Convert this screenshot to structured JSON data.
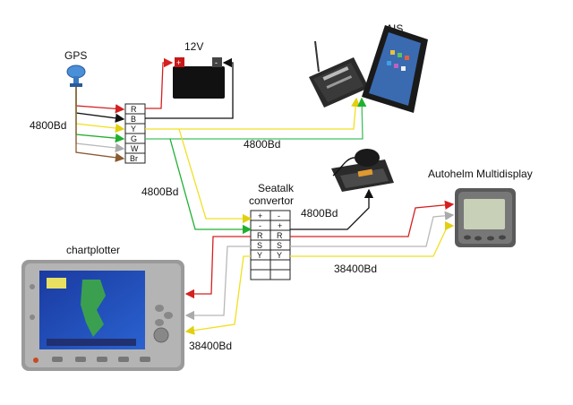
{
  "labels": {
    "gps": "GPS",
    "battery_voltage": "12V",
    "ais": "AIS",
    "baud_gps": "4800Bd",
    "baud_ais": "4800Bd",
    "baud_green": "4800Bd",
    "baud_vhf": "4800Bd",
    "seatalk_line1": "Seatalk",
    "seatalk_line2": "convertor",
    "autohelm": "Autohelm Multidisplay",
    "chartplotter": "chartplotter",
    "baud_seatalk_out": "38400Bd",
    "baud_chartplotter": "38400Bd"
  },
  "battery": {
    "positive": "+",
    "negative": "-"
  },
  "gps_terminal": [
    "R",
    "B",
    "Y",
    "G",
    "W",
    "Br"
  ],
  "seatalk_rows": [
    [
      "+",
      "-"
    ],
    [
      "-",
      "+"
    ],
    [
      "R",
      "R"
    ],
    [
      "S",
      "S"
    ],
    [
      "Y",
      "Y"
    ],
    [
      "",
      ""
    ],
    [
      "",
      ""
    ]
  ],
  "wire_colors": {
    "red": "#d42020",
    "black": "#111111",
    "yellow": "#f0e020",
    "green": "#20b030",
    "white": "#b8b8b8",
    "brown": "#8a5a30",
    "arrow_ais": "#40c060"
  }
}
